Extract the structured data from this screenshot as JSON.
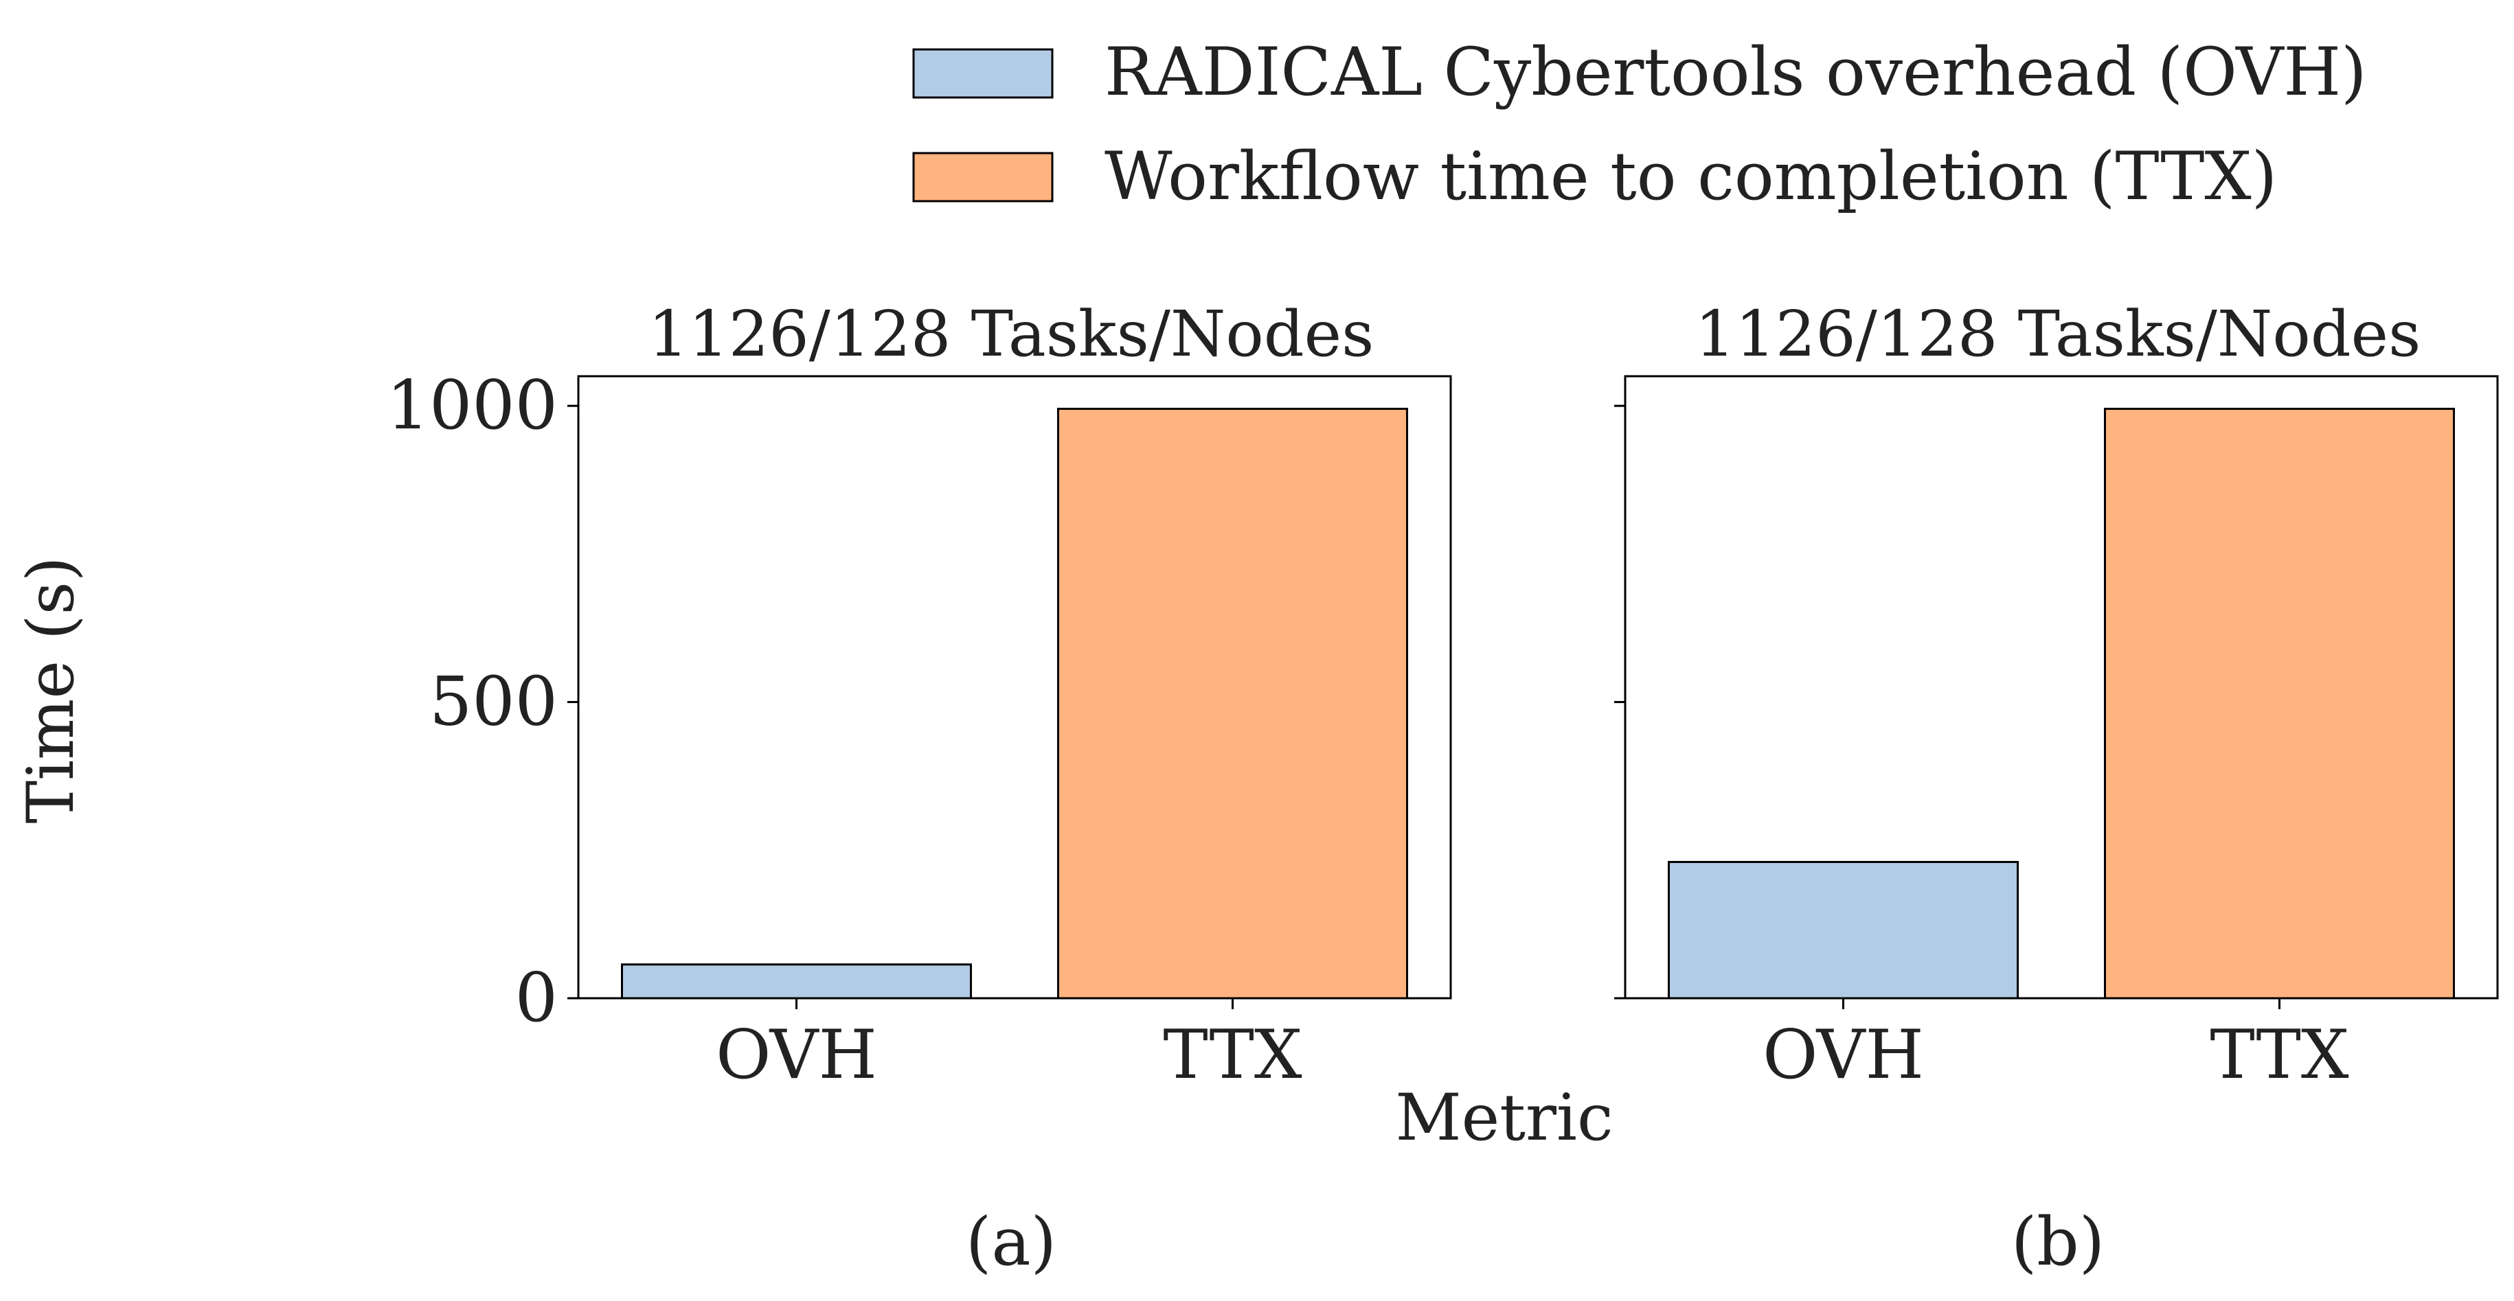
{
  "legend": {
    "placement": "top-center",
    "entries": [
      {
        "label": "RADICAL Cybertools overhead (OVH)",
        "color": "#b3cce6"
      },
      {
        "label": "Workflow time to completion (TTX)",
        "color": "#ffb37f"
      }
    ]
  },
  "figure": {
    "ylabel": "Time (s)",
    "xlabel": "Metric"
  },
  "chart_data": [
    {
      "type": "bar",
      "panel_label": "(a)",
      "title": "1126/128 Tasks/Nodes",
      "categories": [
        "OVH",
        "TTX"
      ],
      "values": [
        57,
        995
      ],
      "colors": [
        "#b3cce6",
        "#ffb37f"
      ],
      "ylim": [
        0,
        1050
      ],
      "yticks": [
        0,
        500,
        1000
      ],
      "ytick_labels": [
        "0",
        "500",
        "1000"
      ],
      "grid": false
    },
    {
      "type": "bar",
      "panel_label": "(b)",
      "title": "1126/128 Tasks/Nodes",
      "categories": [
        "OVH",
        "TTX"
      ],
      "values": [
        230,
        995
      ],
      "colors": [
        "#b3cce6",
        "#ffb37f"
      ],
      "ylim": [
        0,
        1050
      ],
      "yticks": [
        0,
        500,
        1000
      ],
      "ytick_labels": [],
      "grid": false
    }
  ]
}
